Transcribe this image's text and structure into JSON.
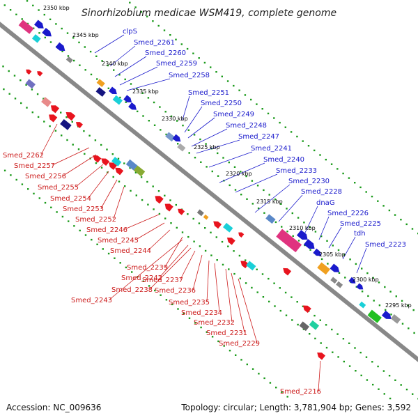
{
  "title": "Sinorhizobium medicae WSM419, complete genome",
  "footer": {
    "accession": "Accession: NC_009636",
    "topology": "Topology: circular; Length: 3,781,904 bp; Genes: 3,592"
  },
  "colors": {
    "backbone": "#777777",
    "plus_strand_gene": "#1a1acc",
    "minus_strand_gene": "#e8141e",
    "plus_strand_label": "#1a1acc",
    "minus_strand_label": "#cc1a1a",
    "tick_dots": "#1a9a1a",
    "rna_pink": "#e0337f",
    "rna_orange": "#f0a020",
    "rna_cyan": "#1ad0d8",
    "rna_green": "#22c022",
    "rna_navy": "#141480"
  },
  "kbp_ticks": [
    "2350 kbp",
    "2345 kbp",
    "2340 kbp",
    "2335 kbp",
    "2330 kbp",
    "2325 kbp",
    "2320 kbp",
    "2315 kbp",
    "2310 kbp",
    "2305 kbp",
    "2300 kbp",
    "2295 kbp"
  ],
  "plus_labels": [
    "clpS",
    "Smed_2261",
    "Smed_2260",
    "Smed_2259",
    "Smed_2258",
    "Smed_2251",
    "Smed_2250",
    "Smed_2249",
    "Smed_2248",
    "Smed_2247",
    "Smed_2241",
    "Smed_2240",
    "Smed_2233",
    "Smed_2230",
    "Smed_2228",
    "dnaG",
    "Smed_2226",
    "Smed_2225",
    "tdh",
    "Smed_2223"
  ],
  "minus_labels": [
    "Smed_2262",
    "Smed_2257",
    "Smed_2256",
    "Smed_2255",
    "Smed_2254",
    "Smed_2253",
    "Smed_2252",
    "Smed_2246",
    "Smed_2245",
    "Smed_2244",
    "Smed_2239",
    "Smed_2242",
    "Smed_2237",
    "Smed_2238",
    "Smed_2236",
    "Smed_2243",
    "Smed_2235",
    "Smed_2234",
    "Smed_2232",
    "Smed_2231",
    "Smed_2229",
    "Smed_2216"
  ]
}
